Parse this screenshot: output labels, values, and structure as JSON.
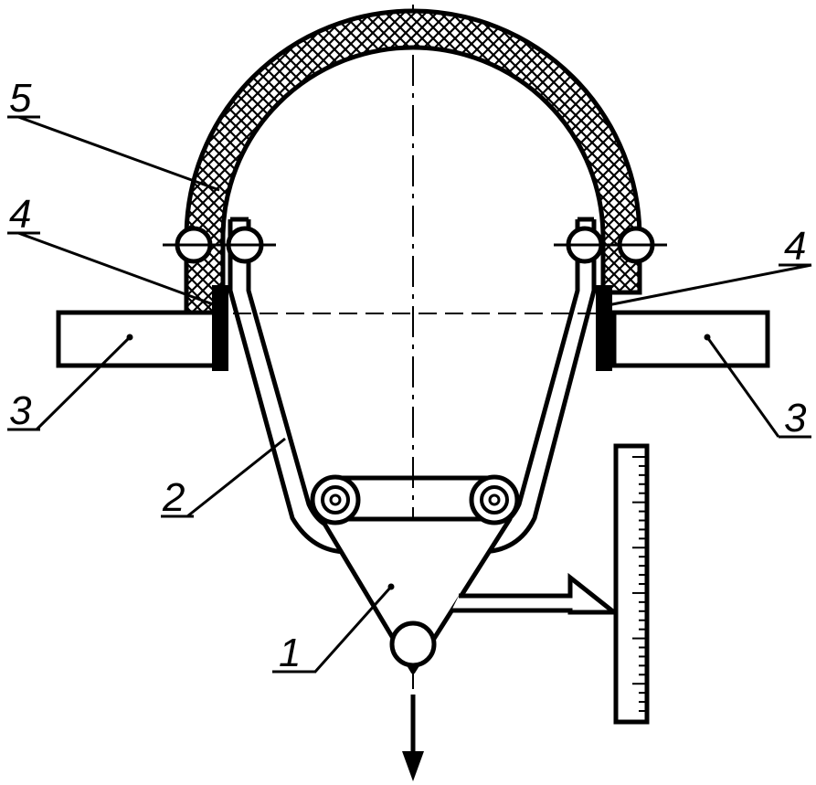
{
  "labels": {
    "part_1": "1",
    "part_2": "2",
    "part_3_left": "3",
    "part_3_right": "3",
    "part_4_left": "4",
    "part_4_right": "4",
    "part_5": "5"
  },
  "colors": {
    "ink": "#000000",
    "paper": "#ffffff"
  }
}
